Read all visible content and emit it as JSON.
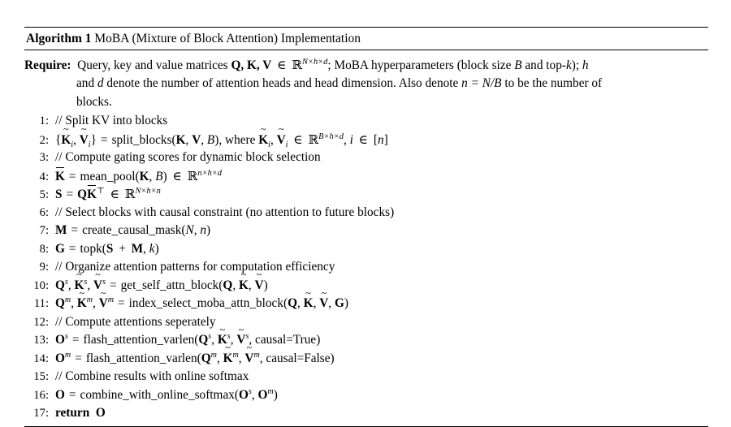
{
  "document": {
    "type": "algorithm-pseudocode-block",
    "caption": {
      "label": "Algorithm 1",
      "title": "MoBA (Mixture of Block Attention) Implementation"
    },
    "require": {
      "keyword": "Require:",
      "line1_a": "Query, key and value matrices ",
      "line1_b": "Q, K, V",
      "line1_c": " ∈ ",
      "line1_d": "ℝ",
      "line1_e": "N×h×d",
      "line1_f": "; MoBA hyperparameters (block size ",
      "line1_g": "B",
      "line1_h": " and top-",
      "line1_i": "k",
      "line1_j": "); ",
      "line1_k": "h",
      "line2_a": "and ",
      "line2_b": "d",
      "line2_c": " denote the number of attention heads and head dimension.  Also denote ",
      "line2_d": "n = N/B",
      "line2_e": " to be the number of",
      "line3": "blocks."
    },
    "steps": [
      {
        "num": "1:",
        "kind": "comment",
        "text": "// Split KV into blocks"
      },
      {
        "num": "2:",
        "kind": "code",
        "text": "{K̃ᵢ, Ṽᵢ} = split_blocks(K, V, B), where K̃ᵢ, Ṽᵢ ∈ ℝ^{B×h×d}, i ∈ [n]"
      },
      {
        "num": "3:",
        "kind": "comment",
        "text": "// Compute gating scores for dynamic block selection"
      },
      {
        "num": "4:",
        "kind": "code",
        "text": "K̄ = mean_pool(K, B) ∈ ℝ^{n×h×d}"
      },
      {
        "num": "5:",
        "kind": "code",
        "text": "S = QK̄ᵀ ∈ ℝ^{N×h×n}"
      },
      {
        "num": "6:",
        "kind": "comment",
        "text": "// Select blocks with causal constraint (no attention to future blocks)"
      },
      {
        "num": "7:",
        "kind": "code",
        "text": "M = create_causal_mask(N, n)"
      },
      {
        "num": "8:",
        "kind": "code",
        "text": "G = topk(S + M, k)"
      },
      {
        "num": "9:",
        "kind": "comment",
        "text": "// Organize attention patterns for computation efficiency"
      },
      {
        "num": "10:",
        "kind": "code",
        "text": "Qˢ, K̃ˢ, Ṽˢ = get_self_attn_block(Q, K̃, Ṽ)"
      },
      {
        "num": "11:",
        "kind": "code",
        "text": "Qᵐ, K̃ᵐ, Ṽᵐ = index_select_moba_attn_block(Q, K̃, Ṽ, G)"
      },
      {
        "num": "12:",
        "kind": "comment",
        "text": "// Compute attentions seperately"
      },
      {
        "num": "13:",
        "kind": "code",
        "text": "Oˢ = flash_attention_varlen(Qˢ, K̃ˢ, Ṽˢ, causal=True)"
      },
      {
        "num": "14:",
        "kind": "code",
        "text": "Oᵐ = flash_attention_varlen(Qᵐ, K̃ᵐ, Ṽᵐ, causal=False)"
      },
      {
        "num": "15:",
        "kind": "comment",
        "text": "// Combine results with online softmax"
      },
      {
        "num": "16:",
        "kind": "code",
        "text": "O = combine_with_online_softmax(Oˢ, Oᵐ)"
      },
      {
        "num": "17:",
        "kind": "keyword",
        "text": "return O"
      }
    ],
    "step_fragments": {
      "s1": "// Split KV into blocks",
      "s3": "// Compute gating scores for dynamic block selection",
      "s6": "// Select blocks with causal constraint (no attention to future blocks)",
      "s9": "// Organize attention patterns for computation efficiency",
      "s12": "// Compute attentions seperately",
      "s15": "// Combine results with online softmax",
      "s17_kw": "return",
      "fn_split_blocks": "split_blocks",
      "fn_where": "where",
      "fn_mean_pool": "mean_pool",
      "fn_create_causal_mask": "create_causal_mask",
      "fn_topk": "topk",
      "fn_get_self_attn_block": "get_self_attn_block",
      "fn_index_select_moba_attn_block": "index_select_moba_attn_block",
      "fn_flash_attention_varlen": "flash_attention_varlen",
      "fn_combine_with_online_softmax": "combine_with_online_softmax",
      "causal_true": "causal=True",
      "causal_false": "causal=False"
    },
    "colors": {
      "text": "#000000",
      "background": "#ffffff",
      "rule": "#000000"
    }
  }
}
